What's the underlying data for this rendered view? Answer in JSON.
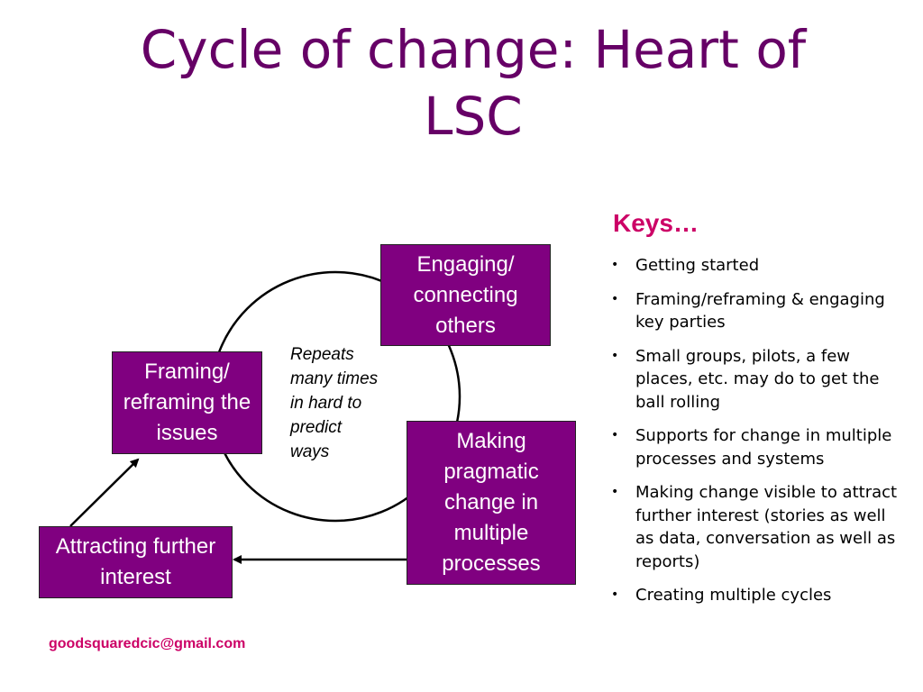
{
  "title": "Cycle of change: Heart of LSC",
  "diagram": {
    "boxes": {
      "engaging": "Engaging/ connecting others",
      "framing": "Framing/ reframing the issues",
      "making": "Making pragmatic change in multiple processes",
      "attracting": "Attracting further interest"
    },
    "center_note": "Repeats many times in hard to predict ways",
    "colors": {
      "box_fill": "#800080",
      "title": "#660066",
      "accent": "#cc0066"
    }
  },
  "keys": {
    "title": "Keys…",
    "items": [
      "Getting started",
      "Framing/reframing & engaging key parties",
      "Small groups, pilots, a few places, etc. may do to get the ball rolling",
      "Supports for change in multiple processes and systems",
      "Making change visible to attract further interest (stories as well as data, conversation as well as reports)",
      "Creating multiple cycles"
    ]
  },
  "footer": {
    "email": "goodsquaredcic@gmail.com"
  }
}
